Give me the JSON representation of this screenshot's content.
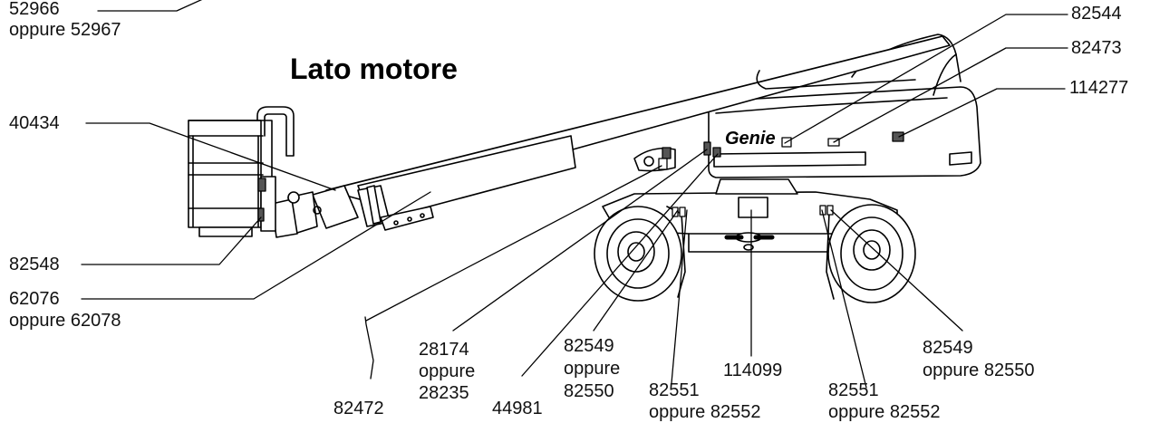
{
  "title": "Lato motore",
  "brand": "Genie",
  "labels": {
    "l52966": "52966",
    "l52966_alt": "oppure 52967",
    "l82544": "82544",
    "l82473": "82473",
    "l114277": "114277",
    "l40434": "40434",
    "l82548": "82548",
    "l62076": "62076",
    "l62076_alt": "oppure 62078",
    "l28174": "28174",
    "l28174_oppure": "oppure",
    "l28174_alt": "28235",
    "l82472": "82472",
    "l44981": "44981",
    "l82549a": "82549",
    "l82549a_oppure": "oppure",
    "l82549a_alt": "82550",
    "l82551a": "82551",
    "l82551a_alt": "oppure 82552",
    "l114099": "114099",
    "l82551b": "82551",
    "l82551b_alt": "oppure 82552",
    "l82549b": "82549",
    "l82549b_alt": "oppure 82550"
  }
}
